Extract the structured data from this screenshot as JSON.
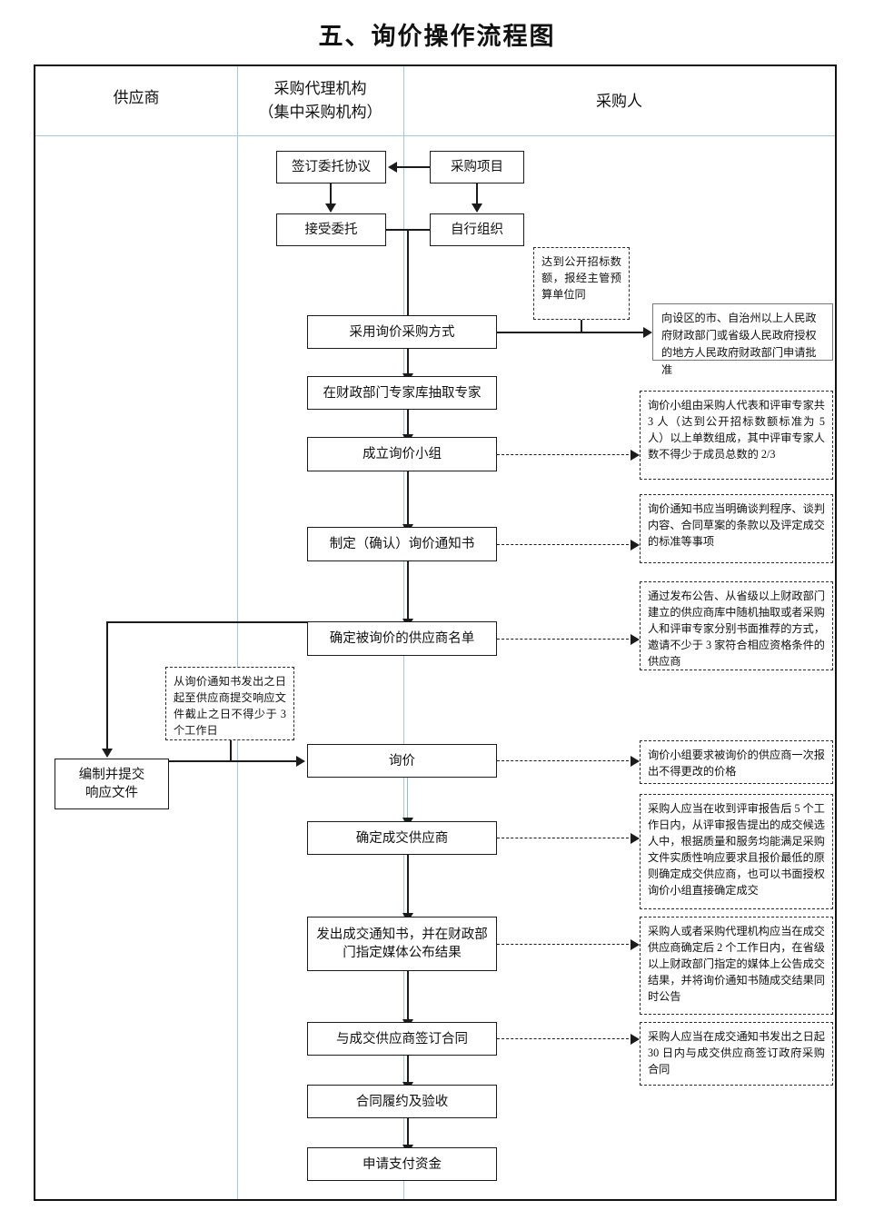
{
  "title": "五、询价操作流程图",
  "lanes": [
    {
      "id": "supplier",
      "label": "供应商",
      "label2": ""
    },
    {
      "id": "agency",
      "label": "采购代理机构",
      "label2": "（集中采购机构）"
    },
    {
      "id": "purchaser",
      "label": "采购人",
      "label2": ""
    }
  ],
  "boxes": {
    "sign_entrust": "签订委托协议",
    "procurement_project": "采购项目",
    "accept_entrust": "接受委托",
    "self_organize": "自行组织",
    "adopt_inquiry": "采用询价采购方式",
    "draw_experts": "在财政部门专家库抽取专家",
    "form_group": "成立询价小组",
    "make_notice": "制定（确认）询价通知书",
    "determine_list": "确定被询价的供应商名单",
    "prepare_submit_line1": "编制并提交",
    "prepare_submit_line2": "响应文件",
    "inquiry": "询价",
    "determine_supplier": "确定成交供应商",
    "issue_notice_line1": "发出成交通知书，并在财政部",
    "issue_notice_line2": "门指定媒体公布结果",
    "sign_contract": "与成交供应商签订合同",
    "perform_accept": "合同履约及验收",
    "apply_payment": "申请支付资金"
  },
  "callouts": {
    "apply_approval": "向设区的市、自治州以上人民政府财政部门或省级人民政府授权的地方人民政府财政部门申请批准"
  },
  "notes": {
    "open_bid_amount": "达到公开招标数额，报经主管预算单位同",
    "group_composition": "询价小组由采购人代表和评审专家共 3 人（达到公开招标数额标准为 5 人）以上单数组成，其中评审专家人数不得少于成员总数的 2/3",
    "notice_content": "询价通知书应当明确谈判程序、谈判内容、合同草案的条款以及评定成交的标准等事项",
    "supplier_selection": "通过发布公告、从省级以上财政部门建立的供应商库中随机抽取或者采购人和评审专家分别书面推荐的方式，邀请不少于 3 家符合相应资格条件的供应商",
    "three_workdays": "从询价通知书发出之日起至供应商提交响应文件截止之日不得少于 3 个工作日",
    "one_time_quote": "询价小组要求被询价的供应商一次报出不得更改的价格",
    "determine_rule": "采购人应当在收到评审报告后 5 个工作日内，从评审报告提出的成交候选人中，根据质量和服务均能满足采购文件实质性响应要求且报价最低的原则确定成交供应商，也可以书面授权询价小组直接确定成交",
    "publish_rule": "采购人或者采购代理机构应当在成交供应商确定后 2 个工作日内，在省级以上财政部门指定的媒体上公告成交结果，并将询价通知书随成交结果同时公告",
    "contract_30days": "采购人应当在成交通知书发出之日起 30 日内与成交供应商签订政府采购合同"
  },
  "colors": {
    "frame": "#111111",
    "lane_divider": "#a9c6d9",
    "box_border": "#1b1b1b",
    "note_border": "#2a2a2a",
    "callout_border": "#777777",
    "background": "#ffffff"
  }
}
